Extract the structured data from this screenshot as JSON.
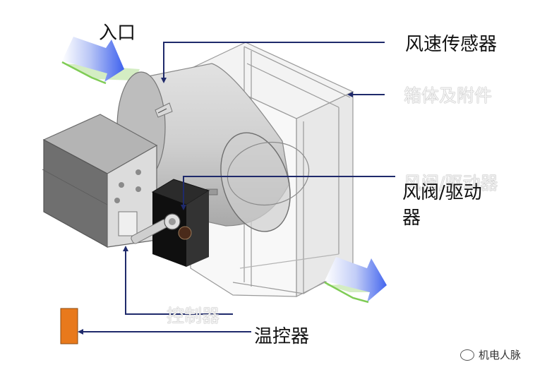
{
  "labels": {
    "inlet": "入口",
    "airflow_sensor": "风速传感器",
    "box_and_accessories": "箱体及附件",
    "damper_actuator_ghost": "风阀/驱动器",
    "damper_actuator": "风阀/驱动",
    "damper_actuator_line2": "器",
    "controller": "控制器",
    "thermostat": "温控器"
  },
  "watermark": "机电人脉",
  "colors": {
    "leader_line": "#1f2a6b",
    "arrow_blue": "#5a78f0",
    "arrow_green": "#8ed060",
    "thermostat": "#e8791c"
  },
  "icons": {
    "inlet_arrow": "flow-arrow-icon",
    "outlet_arrow": "flow-arrow-icon",
    "watermark": "chat-bubble-icon"
  }
}
